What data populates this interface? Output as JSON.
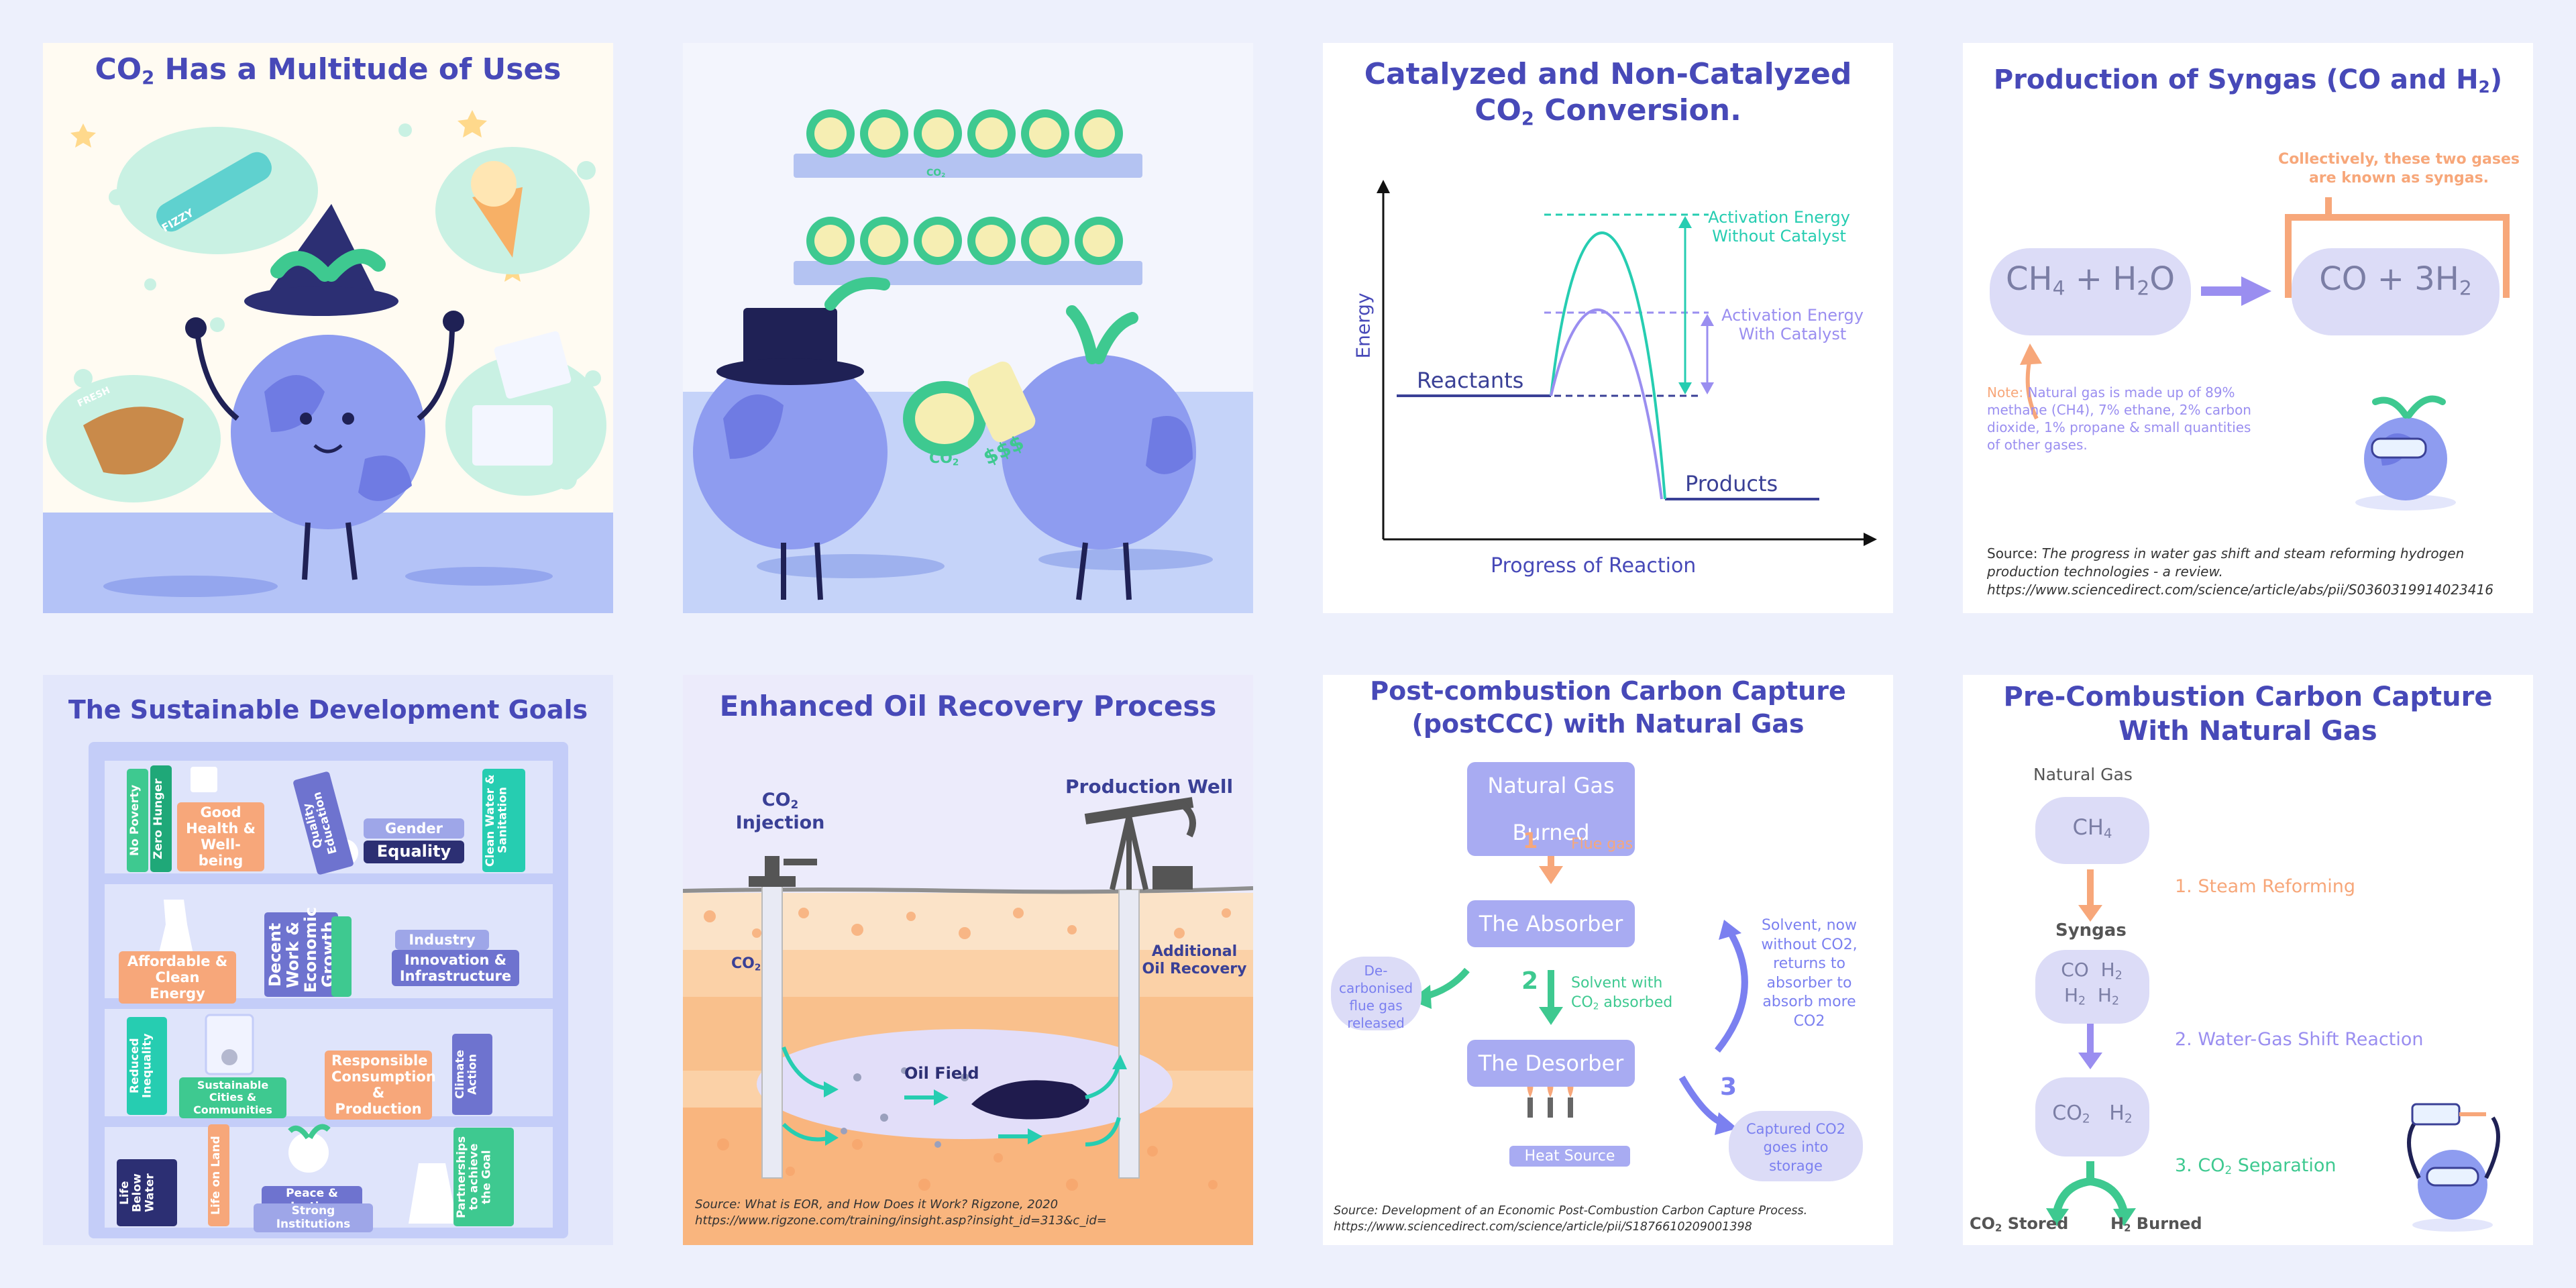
{
  "colors": {
    "page_bg": "#edf0fc",
    "title": "#4749b8",
    "teal": "#26cdb1",
    "purple": "#9a8ef0",
    "navy": "#3a4096",
    "orange": "#f7a77a",
    "green": "#3ec990"
  },
  "panels": {
    "uses": {
      "title_pre": "CO",
      "title_sub": "2",
      "title_post": " Has a Multitude of Uses",
      "bottle_label": "FIZZY",
      "wrap_label": "FRESH"
    },
    "trade": {
      "jar_label_pre": "CO",
      "jar_label_sub": "2",
      "money_bag": "$$$"
    },
    "catalyzed": {
      "title_line1": "Catalyzed and Non-Catalyzed",
      "title_line2_pre": "CO",
      "title_line2_sub": "2",
      "title_line2_post": " Conversion.",
      "y_axis": "Energy",
      "x_axis": "Progress of Reaction",
      "reactants": "Reactants",
      "products": "Products",
      "without_catalyst": "Activation Energy Without Catalyst",
      "with_catalyst": "Activation Energy With Catalyst"
    },
    "syngas": {
      "title_pre": "Production of Syngas (CO and H",
      "title_sub": "2",
      "title_post": ")",
      "bracket_note": "Collectively, these two gases are known as syngas.",
      "left_formula": {
        "a": "CH",
        "a_sub": "4",
        "b": " + H",
        "b_sub": "2",
        "c": "O"
      },
      "right_formula": {
        "a": "CO + 3H",
        "a_sub": "2"
      },
      "note_prefix": "Note: ",
      "note_body": "Natural gas is made up of 89% methane (CH4), 7% ethane, 2% carbon dioxide, 1% propane & small quantities of other gases.",
      "source_label": "Source:",
      "source_title": "The progress in water gas shift and steam reforming hydrogen production technologies - a review.",
      "source_url": "https://www.sciencedirect.com/science/article/abs/pii/S0360319914023416"
    },
    "sdg": {
      "title": "The Sustainable Development Goals",
      "labels": {
        "no_poverty": "No Poverty",
        "zero_hunger": "Zero Hunger",
        "good_health": "Good Health & Well-being",
        "quality_education": "Quality Education",
        "gender": "Gender",
        "equality": "Equality",
        "clean_water": "Clean Water & Sanitation",
        "affordable_energy": "Affordable & Clean Energy",
        "decent_work": "Decent Work & Economic Growth",
        "industry": "Industry",
        "innovation": "Innovation & Infrastructure",
        "reduced_inequality": "Reduced Inequality",
        "sustainable_cities": "Sustainable Cities & Communities",
        "responsible": "Responsible Consumption & Production",
        "climate": "Climate Action",
        "life_below_water": "Life Below Water",
        "life_on_land": "Life on Land",
        "peace": "Peace & Justice",
        "institutions": "Strong Institutions",
        "partnerships": "Partnerships to achieve the Goal"
      }
    },
    "eor": {
      "title": "Enhanced Oil Recovery Process",
      "co2_injection_pre": "CO",
      "co2_injection_sub": "2",
      "co2_injection_post": "Injection",
      "production_well": "Production Well",
      "co2_small_pre": "CO",
      "co2_small_sub": "2",
      "oil_field": "Oil Field",
      "additional": "Additional Oil Recovery",
      "source_label": "Source:",
      "source_title": "What is EOR, and How Does it Work? Rigzone, 2020",
      "source_url": "https://www.rigzone.com/training/insight.asp?insight_id=313&c_id="
    },
    "postccc": {
      "title_line1": "Post-combustion Carbon Capture",
      "title_line2": "(postCCC) with Natural Gas",
      "natural_gas_burned": "Natural Gas Burned",
      "step1": "1",
      "flue_gas": "Flue gas",
      "absorber": "The Absorber",
      "decarbonised": "De-carbonised flue gas released",
      "step2": "2",
      "solvent_absorbed_pre": "Solvent with",
      "solvent_absorbed_co": "CO",
      "solvent_absorbed_sub": "2",
      "solvent_absorbed_post": " absorbed",
      "solvent_returns": "Solvent, now without CO2, returns to absorber to absorb more CO2",
      "desorber": "The Desorber",
      "step3": "3",
      "heat_source": "Heat Source",
      "captured": "Captured CO2 goes into storage",
      "source_label": "Source:",
      "source_title": "Development of an Economic Post-Combustion Carbon Capture Process.",
      "source_url": "https://www.sciencedirect.com/science/article/pii/S1876610209001398"
    },
    "precombustion": {
      "title_line1": "Pre-Combustion Carbon Capture",
      "title_line2": "With Natural Gas",
      "natural_gas": "Natural Gas",
      "ch4_pre": "CH",
      "ch4_sub": "4",
      "steam": "1. Steam Reforming",
      "syngas": "Syngas",
      "co": "CO",
      "h2_pre": "H",
      "h2_sub": "2",
      "water_gas": "2. Water-Gas Shift Reaction",
      "co2_pre": "CO",
      "co2_sub": "2",
      "separation_pre": "3. CO",
      "separation_sub": "2",
      "separation_post": " Separation",
      "co2_stored_pre": "CO",
      "co2_stored_sub": "2",
      "co2_stored_post": " Stored",
      "h2_burned_pre": "H",
      "h2_burned_sub": "2",
      "h2_burned_post": " Burned"
    }
  }
}
